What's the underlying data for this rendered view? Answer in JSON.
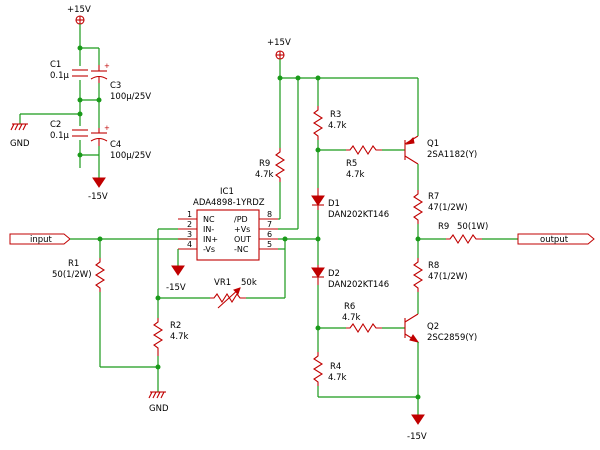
{
  "power": {
    "pos": "+15V",
    "neg": "-15V",
    "gnd": "GND"
  },
  "ports": {
    "input": "input",
    "output": "output"
  },
  "ic": {
    "ref": "IC1",
    "part": "ADA4898-1YRDZ",
    "left_pins": [
      {
        "num": "1",
        "name": "NC"
      },
      {
        "num": "2",
        "name": "IN-"
      },
      {
        "num": "3",
        "name": "IN+"
      },
      {
        "num": "4",
        "name": "-Vs"
      }
    ],
    "right_pins": [
      {
        "num": "8",
        "name": "/PD"
      },
      {
        "num": "7",
        "name": "+Vs"
      },
      {
        "num": "6",
        "name": "OUT"
      },
      {
        "num": "5",
        "name": "-NC"
      }
    ]
  },
  "components": {
    "C1": {
      "ref": "C1",
      "value": "0.1µ"
    },
    "C2": {
      "ref": "C2",
      "value": "0.1µ"
    },
    "C3": {
      "ref": "C3",
      "value": "100µ/25V"
    },
    "C4": {
      "ref": "C4",
      "value": "100µ/25V"
    },
    "R1": {
      "ref": "R1",
      "value": "50(1/2W)"
    },
    "R2": {
      "ref": "R2",
      "value": "4.7k"
    },
    "R3": {
      "ref": "R3",
      "value": "4.7k"
    },
    "R4": {
      "ref": "R4",
      "value": "4.7k"
    },
    "R5": {
      "ref": "R5",
      "value": "4.7k"
    },
    "R6": {
      "ref": "R6",
      "value": "4.7k"
    },
    "R7": {
      "ref": "R7",
      "value": "47(1/2W)"
    },
    "R8": {
      "ref": "R8",
      "value": "47(1/2W)"
    },
    "R9a": {
      "ref": "R9",
      "value": "4.7k"
    },
    "R9b": {
      "ref": "R9",
      "value": "50(1W)"
    },
    "VR1": {
      "ref": "VR1",
      "value": "50k"
    },
    "D1": {
      "ref": "D1",
      "value": "DAN202KT146"
    },
    "D2": {
      "ref": "D2",
      "value": "DAN202KT146"
    },
    "Q1": {
      "ref": "Q1",
      "value": "2SA1182(Y)"
    },
    "Q2": {
      "ref": "Q2",
      "value": "2SC2859(Y)"
    }
  },
  "colors": {
    "wire": "#1a9a1a",
    "component": "#c00000",
    "text": "#000000"
  }
}
